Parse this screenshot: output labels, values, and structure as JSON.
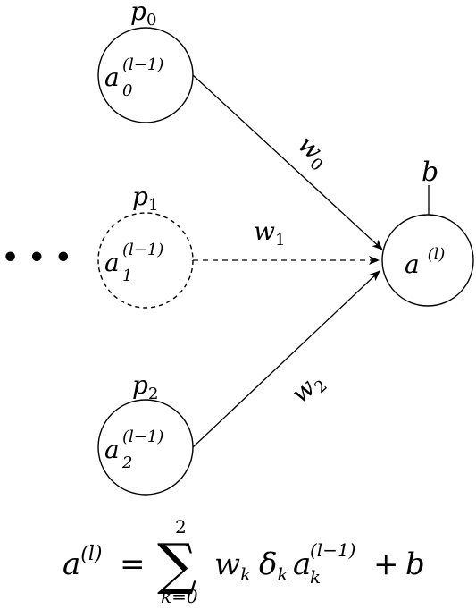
{
  "nodes": {
    "p0": {
      "prob_label": "p",
      "prob_sub": "0",
      "act_base": "a",
      "act_sub": "0",
      "act_sup": "(l−1)"
    },
    "p1": {
      "prob_label": "p",
      "prob_sub": "1",
      "act_base": "a",
      "act_sub": "1",
      "act_sup": "(l−1)"
    },
    "p2": {
      "prob_label": "p",
      "prob_sub": "2",
      "act_base": "a",
      "act_sub": "2",
      "act_sup": "(l−1)"
    },
    "output": {
      "act_base": "a",
      "act_sup": "(l)",
      "bias": "b"
    }
  },
  "weights": {
    "w0": {
      "base": "w",
      "sub": "0"
    },
    "w1": {
      "base": "w",
      "sub": "1"
    },
    "w2": {
      "base": "w",
      "sub": "2"
    }
  },
  "ellipsis": "• • •",
  "formula": {
    "lhs_base": "a",
    "lhs_sup": "(l)",
    "equals": "=",
    "sum_symbol": "∑",
    "sum_upper": "2",
    "sum_lower": "k=0",
    "w": "w",
    "w_sub": "k",
    "delta": "δ",
    "delta_sub": "k",
    "a": "a",
    "a_sub": "k",
    "a_sup": "(l−1)",
    "plus": "+",
    "b": "b"
  }
}
